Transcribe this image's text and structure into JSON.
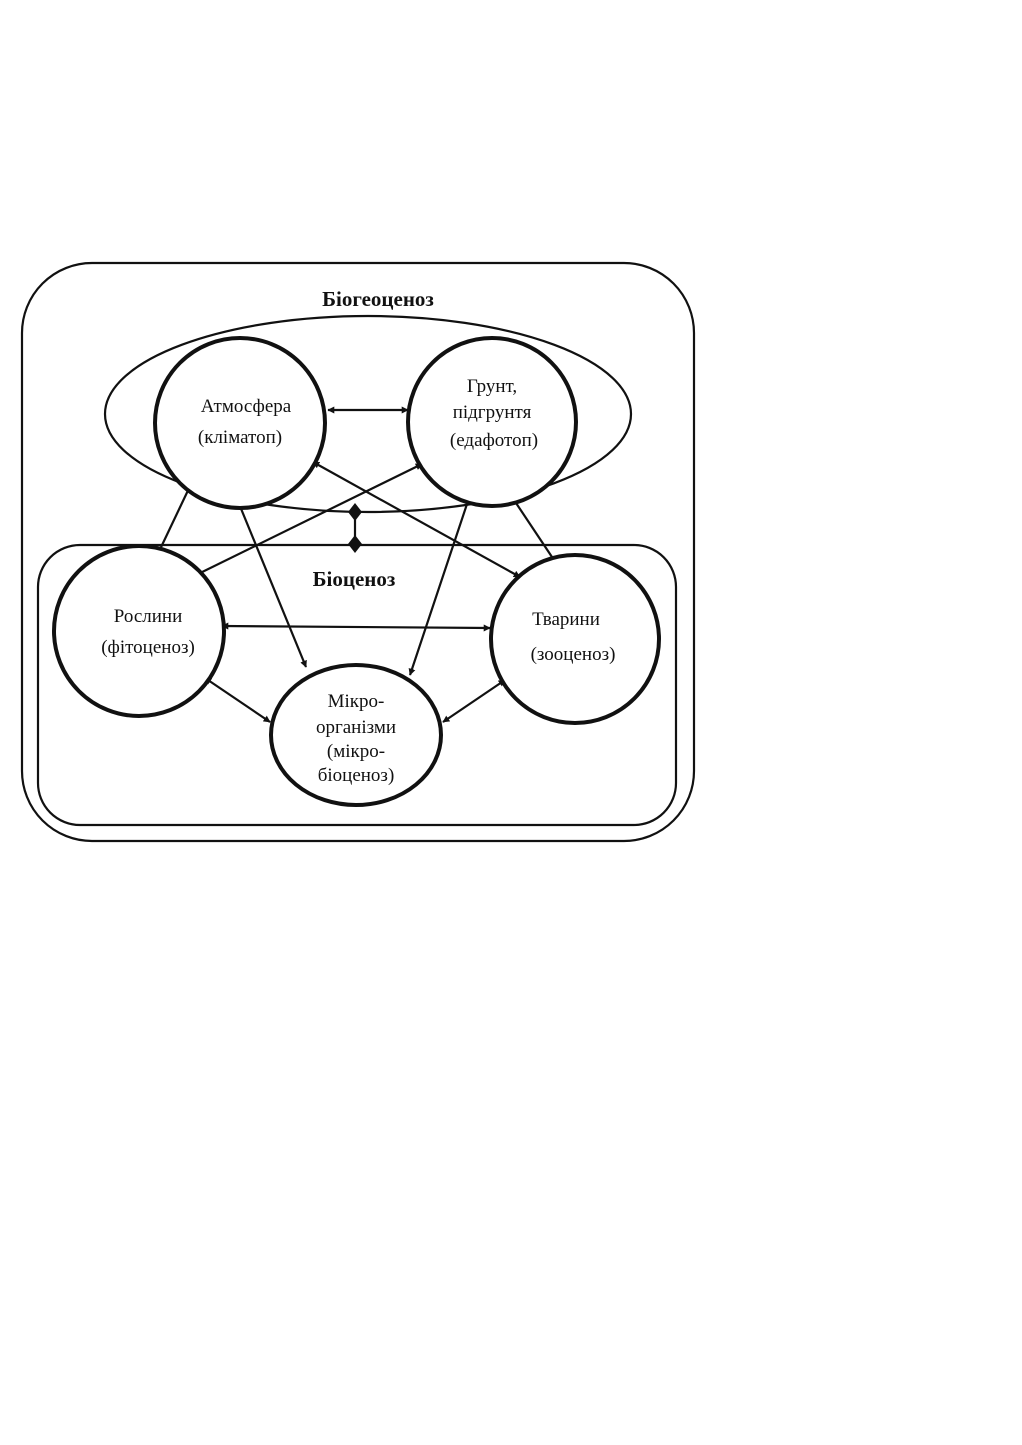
{
  "biogeocenosis": {
    "title": "Біогеоценоз"
  },
  "biocenosis": {
    "title": "Біоценоз"
  },
  "nodes": {
    "atmosphere": {
      "line1": "Атмосфера",
      "line2": "(кліматоп)"
    },
    "soil": {
      "line1": "Грунт,",
      "line2": "підгрунтя",
      "line3": "(едафотоп)"
    },
    "plants": {
      "line1": "Рослини",
      "line2": "(фітоценоз)"
    },
    "animals": {
      "line1": "Тварини",
      "line2": "(зооценоз)"
    },
    "microorganisms": {
      "line1": "Мікро-",
      "line2": "організми",
      "line3": "(мікро-",
      "line4": "біоценоз)"
    }
  }
}
